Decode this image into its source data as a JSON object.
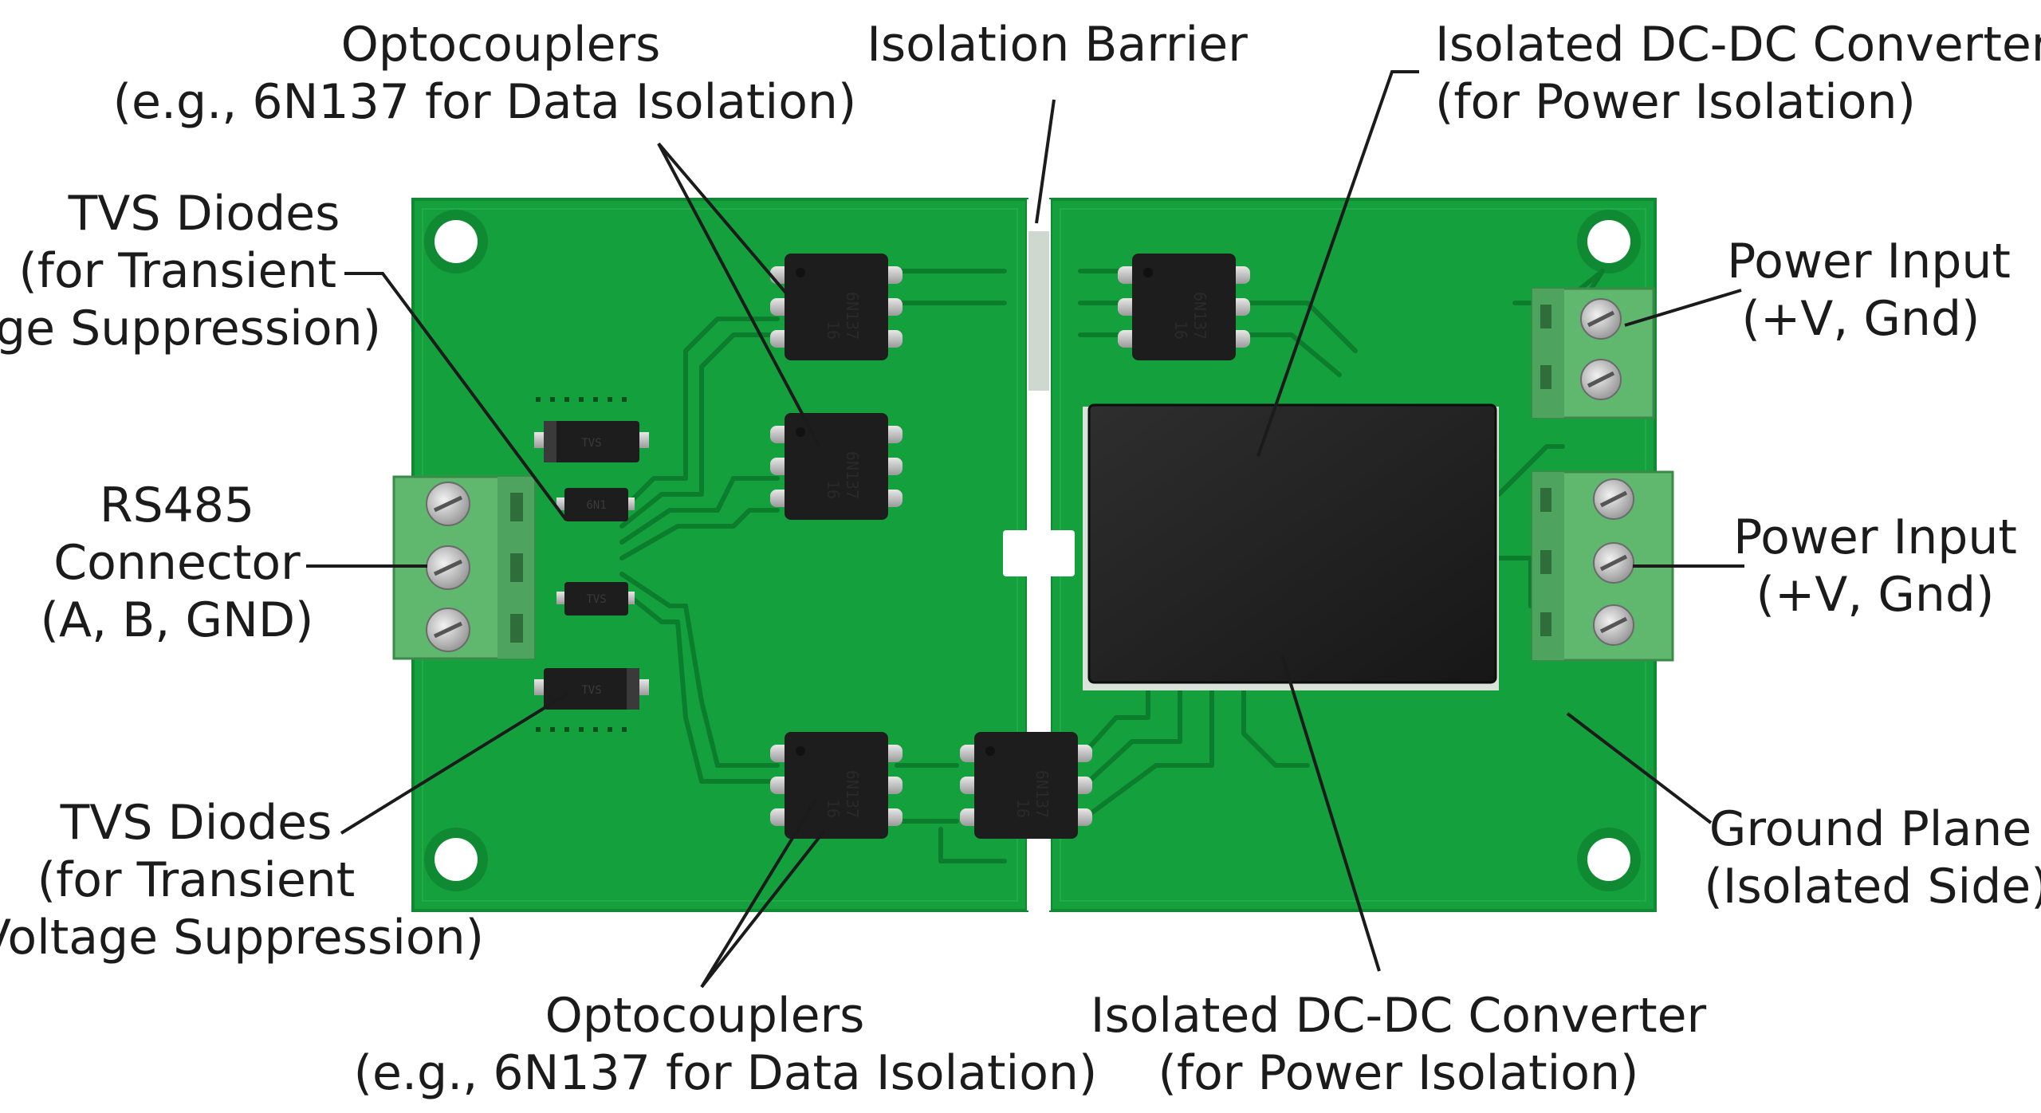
{
  "labels": {
    "optocouplers_top": [
      "Optocouplers",
      "(e.g., 6N137 for Data Isolation)"
    ],
    "isolation_barrier": [
      "Isolation Barrier"
    ],
    "dcdc_top": [
      "Isolated DC-DC Converter",
      "(for Power Isolation)"
    ],
    "tvs_top": [
      "TVS Diodes",
      "(for Transient",
      "tage Suppression)"
    ],
    "power_input_top": [
      "Power Input",
      "(+V, Gnd)"
    ],
    "rs485": [
      "RS485",
      "Connector",
      "(A, B, GND)"
    ],
    "power_input_mid": [
      "Power Input",
      "(+V, Gnd)"
    ],
    "tvs_bottom": [
      "TVS Diodes",
      "(for Transient",
      "Voltage Suppression)"
    ],
    "ground_plane": [
      "Ground Plane",
      "(Isolated Side)"
    ],
    "optocouplers_bottom": [
      "Optocouplers",
      "(e.g., 6N137 for Data Isolation)"
    ],
    "dcdc_bottom": [
      "Isolated DC-DC Converter",
      "(for Power Isolation)"
    ]
  },
  "chip_markings": {
    "opto_part": "6N137",
    "opto_code": "16",
    "tvs_markings": [
      "TVS",
      "6N1",
      "TVS",
      "TVS"
    ]
  },
  "colors": {
    "pcb": "#14a03c",
    "pcb_edge": "#0f8a32",
    "trace": "#0c7c2d",
    "terminal": "#6cc07a",
    "chip": "#1d1d1d",
    "module": "#222222"
  }
}
